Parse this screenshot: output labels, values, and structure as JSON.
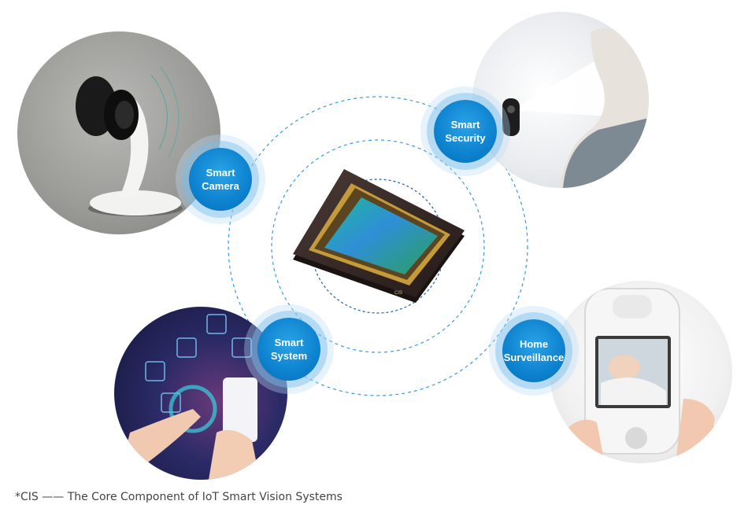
{
  "nodes": {
    "camera": {
      "line1": "Smart",
      "line2": "Camera"
    },
    "security": {
      "line1": "Smart",
      "line2": "Security"
    },
    "system": {
      "line1": "Smart",
      "line2": "System"
    },
    "surveillance": {
      "line1": "Home",
      "line2": "Surveillance"
    }
  },
  "chip": {
    "label": "CIS"
  },
  "caption": "*CIS —— The Core Component of IoT Smart Vision Systems",
  "colors": {
    "accent": "#0d82cf",
    "ring": "#3a9ad9"
  }
}
